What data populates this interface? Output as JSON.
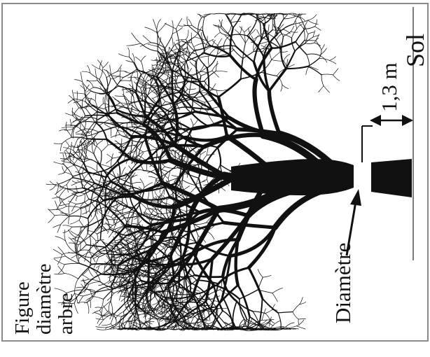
{
  "figure": {
    "title_lines": [
      "Figure",
      "diamètre",
      "arbre"
    ],
    "diameter_label": "Diamètre",
    "height_label": "1,3 m",
    "ground_label": "Sol"
  },
  "colors": {
    "ink": "#111111",
    "border": "#8a8a8a",
    "background": "#ffffff"
  }
}
